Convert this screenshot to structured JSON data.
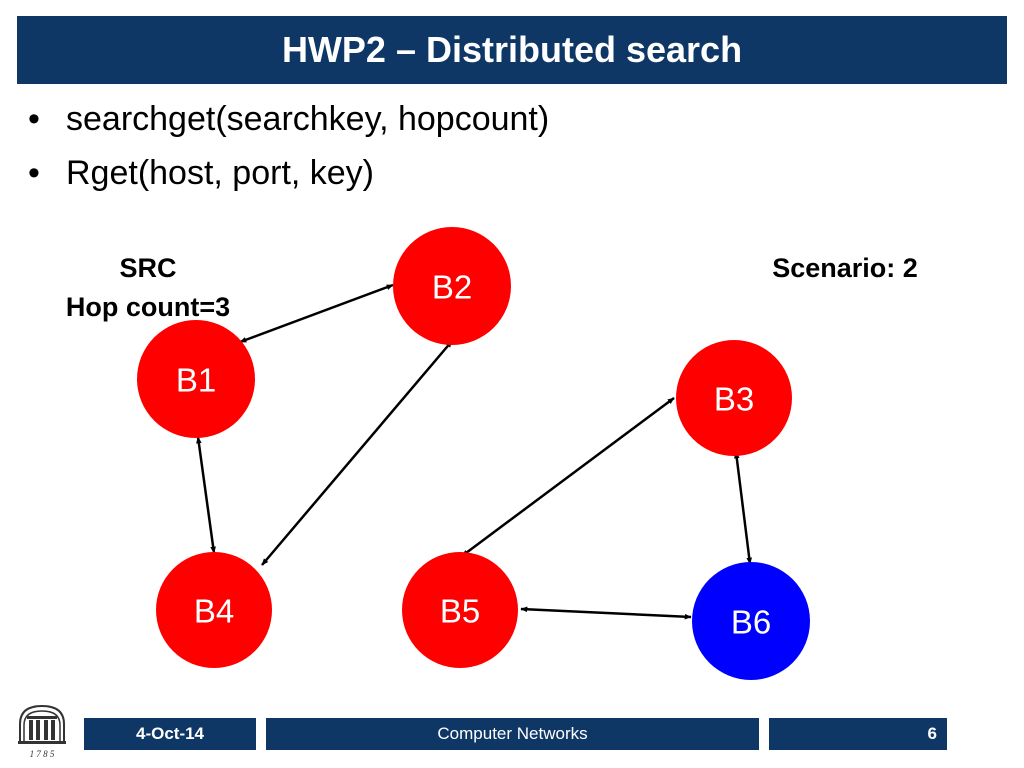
{
  "slide": {
    "title": "HWP2 – Distributed search",
    "bullets": [
      {
        "marker": "•",
        "text": "searchget(searchkey, hopcount)"
      },
      {
        "marker": "•",
        "text": "Rget(host, port, key)"
      }
    ]
  },
  "diagram": {
    "src_label": "SRC",
    "hop_label": "Hop count=3",
    "scenario_label": "Scenario: 2",
    "nodes": {
      "b1": {
        "label": "B1",
        "color": "#ff0000"
      },
      "b2": {
        "label": "B2",
        "color": "#ff0000"
      },
      "b3": {
        "label": "B3",
        "color": "#ff0000"
      },
      "b4": {
        "label": "B4",
        "color": "#ff0000"
      },
      "b5": {
        "label": "B5",
        "color": "#ff0000"
      },
      "b6": {
        "label": "B6",
        "color": "#0000ff"
      }
    },
    "edges": [
      {
        "from": "B1",
        "to": "B2",
        "direction": "both"
      },
      {
        "from": "B1",
        "to": "B4",
        "direction": "both"
      },
      {
        "from": "B2",
        "to": "B4",
        "direction": "both"
      },
      {
        "from": "B3",
        "to": "B5",
        "direction": "both"
      },
      {
        "from": "B3",
        "to": "B6",
        "direction": "both"
      },
      {
        "from": "B5",
        "to": "B6",
        "direction": "both"
      }
    ]
  },
  "footer": {
    "date": "4-Oct-14",
    "course": "Computer Networks",
    "page_number": "6",
    "logo_icon": "arch-columns-logo-icon",
    "logo_year": "1 7 8 5"
  },
  "colors": {
    "header_bg": "#0e3766",
    "node_red": "#ff0000",
    "node_blue": "#0000ff"
  }
}
